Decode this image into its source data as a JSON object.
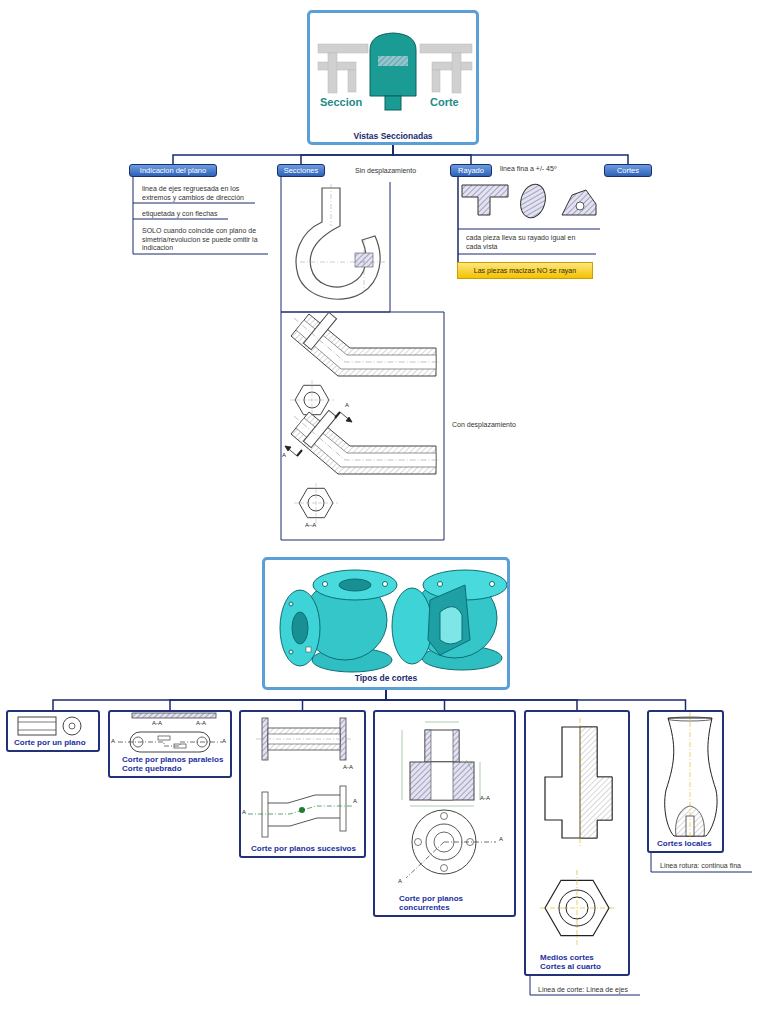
{
  "diagram": {
    "nodes": [
      {
        "text": [
          "Seccion",
          "Corte",
          "Vistas Seccionadas"
        ]
      },
      {
        "text": [
          "Indicacion del plano"
        ]
      },
      {
        "text": [
          "Secciones"
        ]
      },
      {
        "text": [
          "Rayado"
        ]
      },
      {
        "text": [
          "Cortes"
        ]
      },
      {
        "text": [
          "Las piezas macizas NO se rayan"
        ]
      },
      {
        "text": [
          "Tipos de cortes"
        ]
      },
      {
        "text": [
          "Corte por un plano"
        ]
      },
      {
        "text": [
          "Corte por planos paralelos Corte quebrado"
        ]
      },
      {
        "text": [
          "Corte por planos sucesivos"
        ]
      },
      {
        "text": [
          "Corte por planos concurrentes"
        ]
      },
      {
        "text": [
          "Medios cortes Cortes al cuarto"
        ]
      },
      {
        "text": [
          "Cortes locales"
        ]
      }
    ],
    "edges": [
      {
        "from": 0,
        "to": 1,
        "arrow": "none"
      },
      {
        "from": 0,
        "to": 2,
        "arrow": "none"
      },
      {
        "from": 0,
        "to": 3,
        "arrow": "none"
      },
      {
        "from": 0,
        "to": 4,
        "arrow": "none"
      },
      {
        "from": 3,
        "to": 5,
        "arrow": "none"
      },
      {
        "from": 6,
        "to": 7,
        "arrow": "none"
      },
      {
        "from": 6,
        "to": 8,
        "arrow": "none"
      },
      {
        "from": 6,
        "to": 9,
        "arrow": "none"
      },
      {
        "from": 6,
        "to": 10,
        "arrow": "none"
      },
      {
        "from": 6,
        "to": 11,
        "arrow": "none"
      },
      {
        "from": 6,
        "to": 12,
        "arrow": "none"
      }
    ],
    "labels": [
      "linea de ejes regruesada en los extremos y cambios de dirección",
      "etiquetada y con flechas",
      "SOLO cuando coincide con plano de simetria/revolucion se puede omitir la indicacion",
      "Sin desplazamiento",
      "Con desplazamiento",
      "A",
      "A",
      "A–A",
      "linea fina a +/- 45º",
      "cada pieza lleva su rayado igual en cada vista",
      "A-A",
      "A-A",
      "A",
      "A",
      "A-A",
      "A",
      "A",
      "A-A",
      "A",
      "A",
      "Linea de corte: Linea de ejes",
      "Linea rotura: continua fina"
    ]
  }
}
